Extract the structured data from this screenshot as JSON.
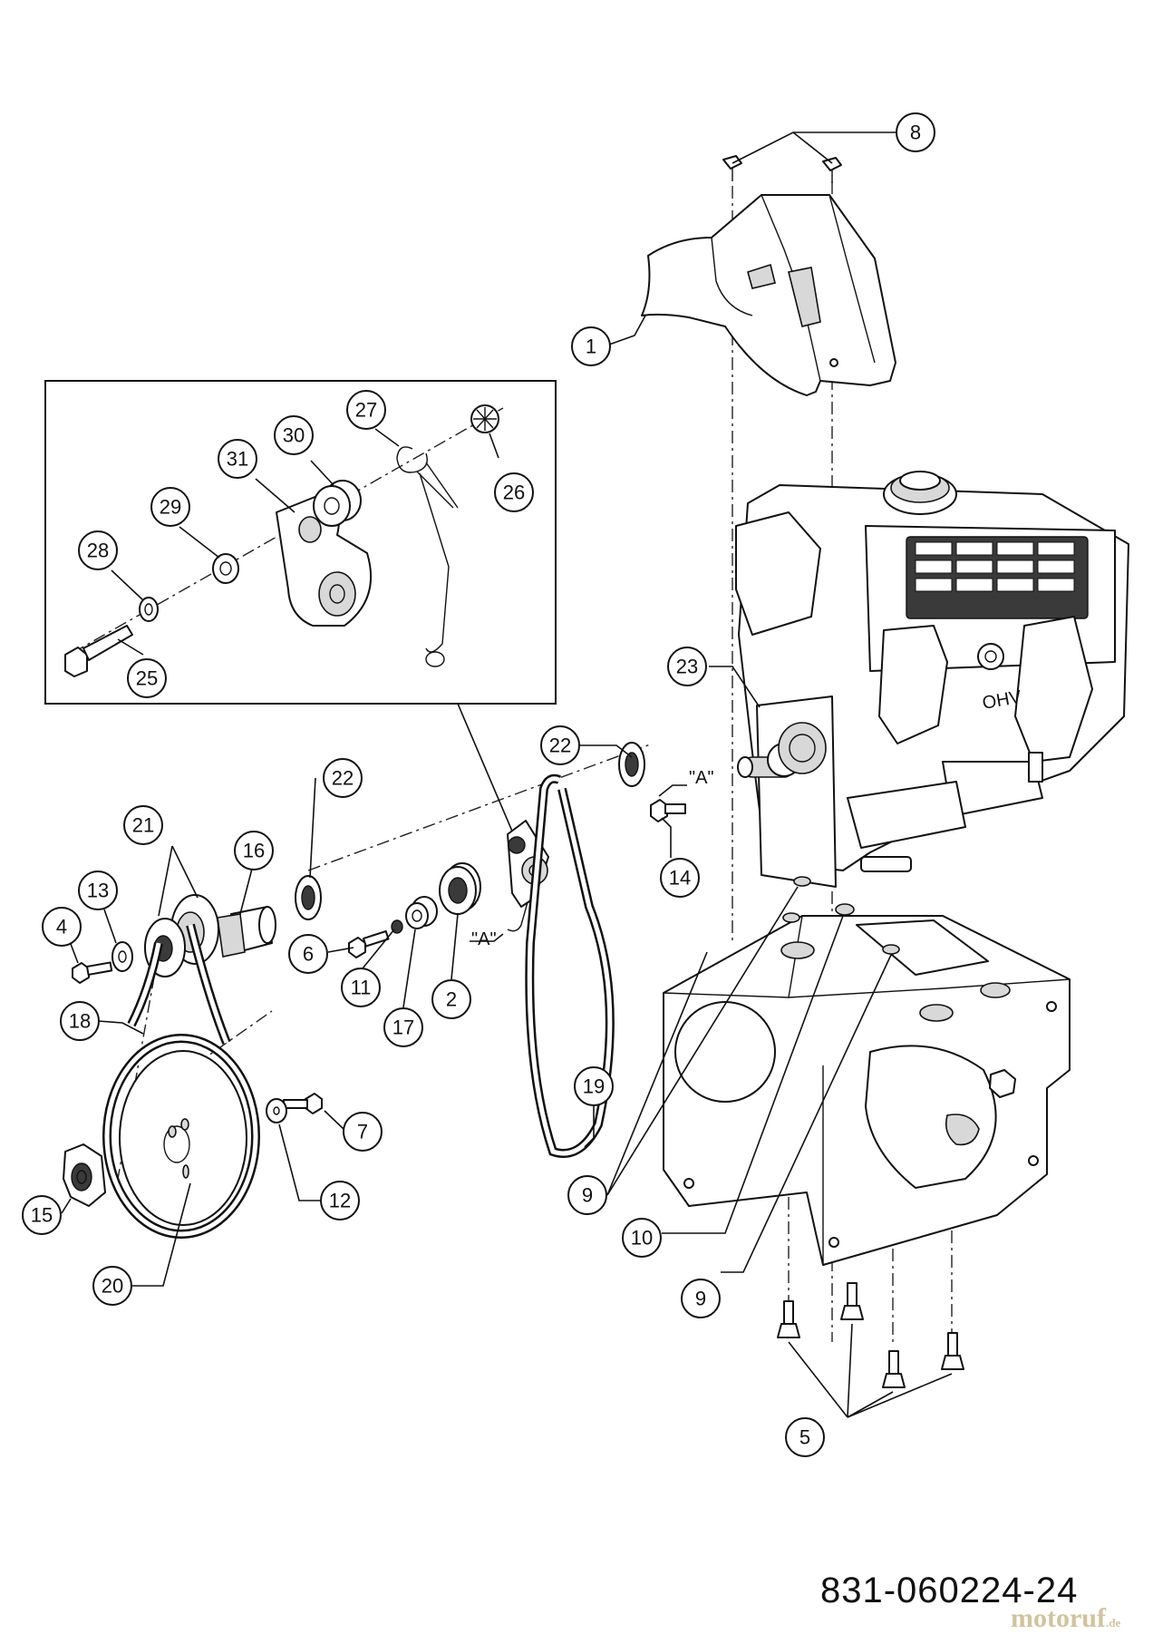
{
  "diagram": {
    "part_number": "831-060224-24",
    "watermark": "motoruf",
    "watermark_suffix": ".de",
    "reference_marks": [
      "\"A\"",
      "\"A\""
    ],
    "engine_label": "OHV",
    "callouts": [
      "1",
      "2",
      "4",
      "5",
      "6",
      "7",
      "8",
      "9",
      "9",
      "10",
      "11",
      "12",
      "13",
      "14",
      "15",
      "16",
      "17",
      "18",
      "19",
      "20",
      "21",
      "22",
      "22",
      "23",
      "25",
      "26",
      "27",
      "28",
      "29",
      "30",
      "31"
    ]
  }
}
